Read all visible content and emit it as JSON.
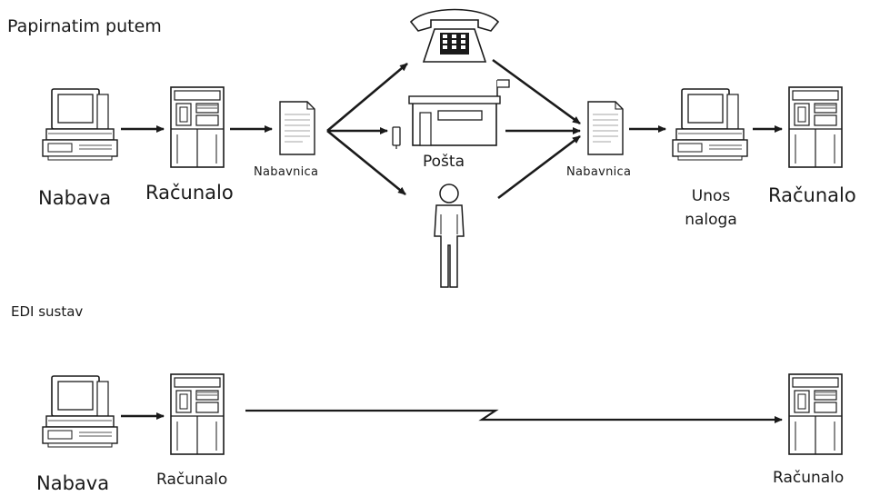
{
  "sections": {
    "paper": {
      "title": "Papirnatim putem"
    },
    "edi": {
      "title": "EDI sustav"
    }
  },
  "paper_flow": {
    "purchasing": "Nabava",
    "computer": "Računalo",
    "document_out": "Nabavnica",
    "post": "Pošta",
    "document_in": "Nabavnica",
    "order_entry": "Unos\nnaloga",
    "computer_out": "Računalo"
  },
  "edi_flow": {
    "purchasing": "Nabava",
    "computer": "Računalo",
    "computer_out": "Računalo"
  },
  "icons": {
    "terminal": "terminal-icon",
    "computer": "server-cabinet-icon",
    "document": "document-icon",
    "phone": "telephone-icon",
    "post": "post-office-icon",
    "courier": "person-icon"
  },
  "colors": {
    "stroke": "#1a1a1a",
    "background": "#ffffff"
  }
}
